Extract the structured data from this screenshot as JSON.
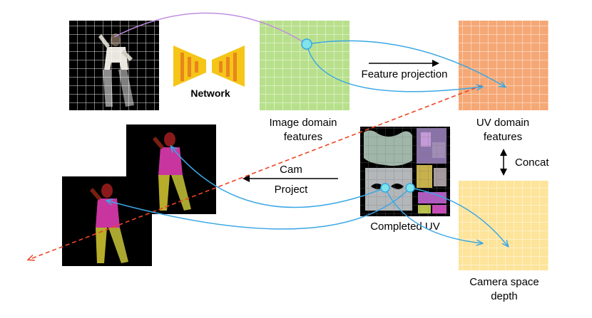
{
  "labels": {
    "network": "Network",
    "image_features": [
      "Image domain",
      "features"
    ],
    "uv_features": [
      "UV domain",
      "features"
    ],
    "feature_projection": "Feature projection",
    "concat": "Concat",
    "cam_project": [
      "Cam",
      "Project"
    ],
    "completed_uv": "Completed UV",
    "camera_depth": [
      "Camera space",
      "depth"
    ]
  },
  "colors": {
    "image_feature_grid": "#b8e08c",
    "uv_feature_grid": "#f5a875",
    "depth_grid": "#fde49a",
    "network_fill": "#f5c518",
    "network_bars": "#e8861c",
    "uv_flow_arrows": "#3ba7e5",
    "ray_arrows": "#ee4422",
    "top_arc": "#c08ee0",
    "sample_points": "#7fe3ea"
  }
}
